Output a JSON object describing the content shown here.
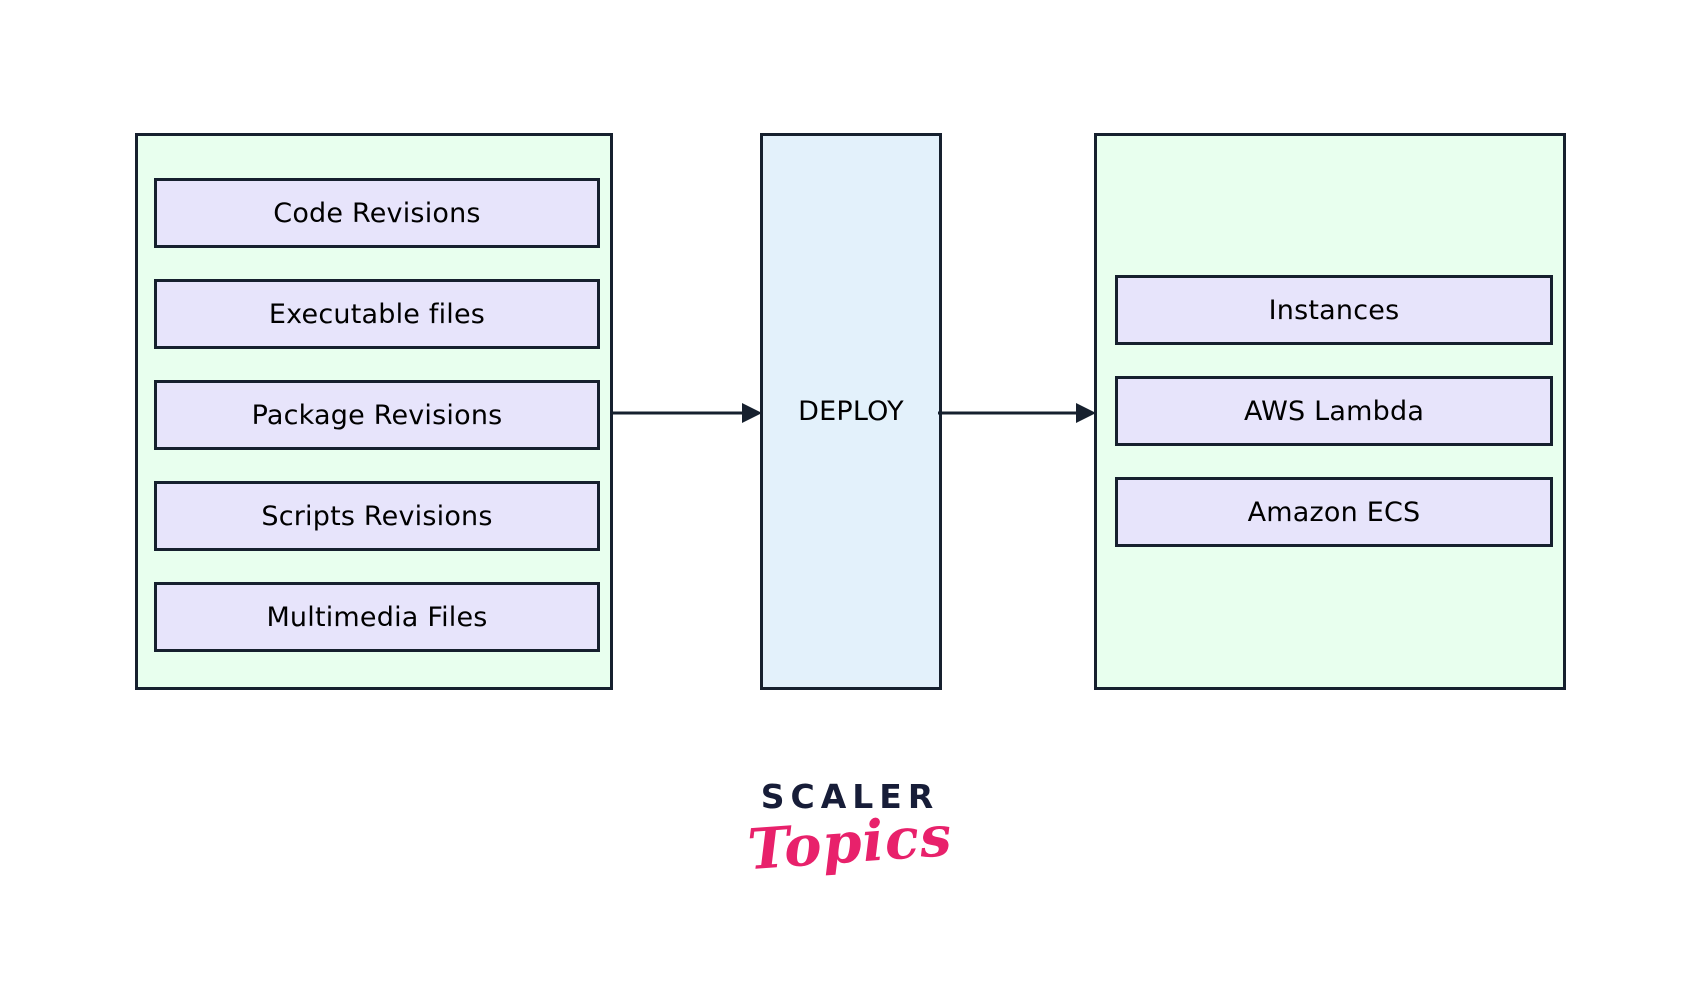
{
  "diagram": {
    "type": "flow-diagram",
    "background_color": "#ffffff",
    "colors": {
      "group_fill": "#e8ffee",
      "item_fill": "#e7e4fb",
      "process_fill": "#e3f1fb",
      "stroke": "#16202e",
      "text": "#000000",
      "brand_primary": "#171d38",
      "brand_secondary": "#e8216b"
    },
    "source_group": {
      "name": "deployment-source-artifacts",
      "items": [
        {
          "label": "Code Revisions"
        },
        {
          "label": "Executable files"
        },
        {
          "label": "Package Revisions"
        },
        {
          "label": "Scripts Revisions"
        },
        {
          "label": "Multimedia Files"
        }
      ]
    },
    "process": {
      "label": "DEPLOY"
    },
    "target_group": {
      "name": "deployment-targets",
      "items": [
        {
          "label": "Instances"
        },
        {
          "label": "AWS Lambda"
        },
        {
          "label": "Amazon ECS"
        }
      ]
    },
    "connectors": [
      {
        "name": "source-to-deploy",
        "from": "source_group",
        "to": "process",
        "direction": "right"
      },
      {
        "name": "deploy-to-target",
        "from": "process",
        "to": "target_group",
        "direction": "right"
      }
    ]
  },
  "brand": {
    "primary": "SCALER",
    "secondary": "Topics"
  }
}
